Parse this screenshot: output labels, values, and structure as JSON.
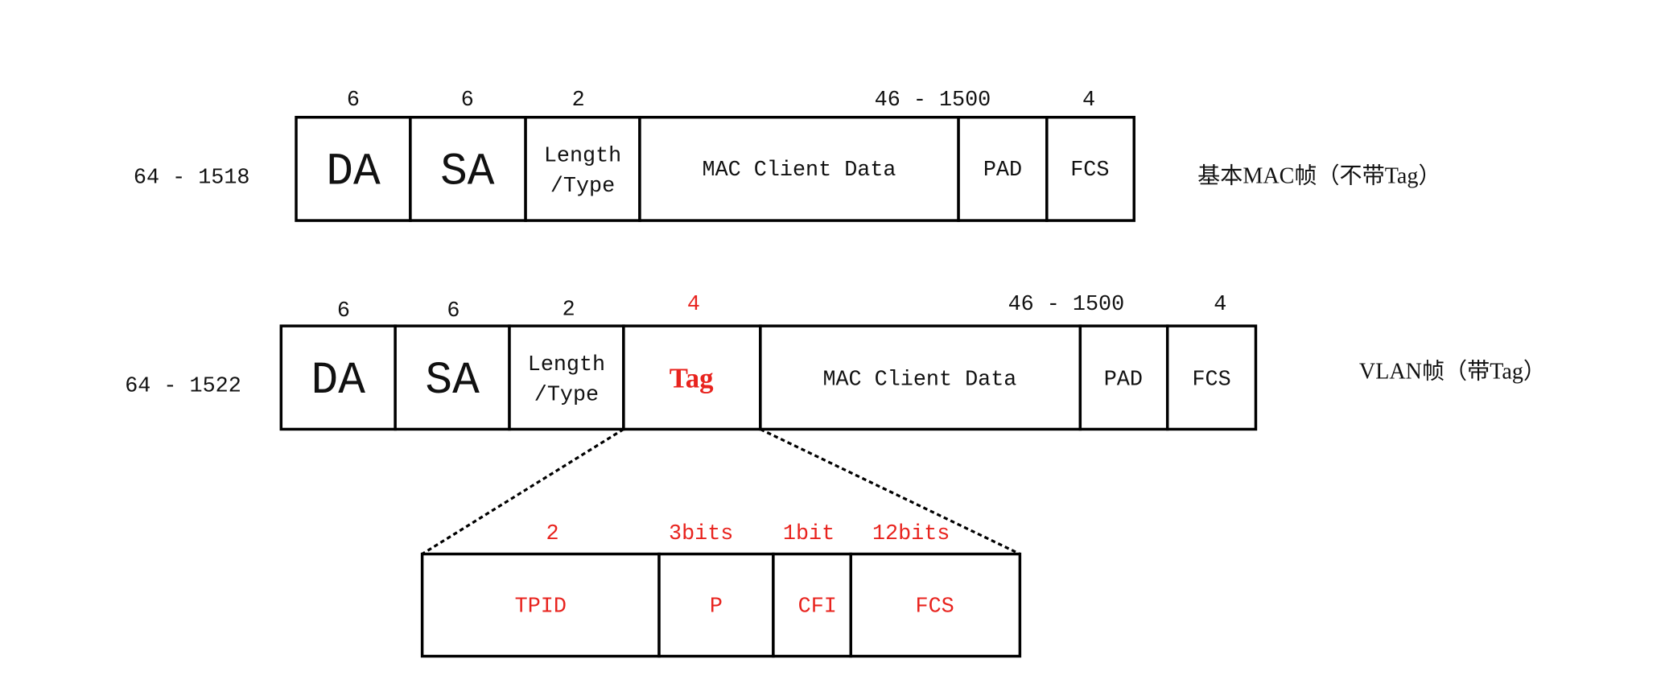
{
  "basic_frame": {
    "total_length": "64 - 1518",
    "caption": "基本MAC帧（不带Tag）",
    "sizes": {
      "da": "6",
      "sa": "6",
      "length_type": "2",
      "data": "46 - 1500",
      "fcs": "4"
    },
    "fields": {
      "da": "DA",
      "sa": "SA",
      "length_type_line1": "Length",
      "length_type_line2": "/Type",
      "data": "MAC Client Data",
      "pad": "PAD",
      "fcs": "FCS"
    }
  },
  "vlan_frame": {
    "total_length": "64 - 1522",
    "caption": "VLAN帧（带Tag）",
    "sizes": {
      "da": "6",
      "sa": "6",
      "length_type": "2",
      "tag": "4",
      "data": "46 - 1500",
      "fcs": "4"
    },
    "fields": {
      "da": "DA",
      "sa": "SA",
      "length_type_line1": "Length",
      "length_type_line2": "/Type",
      "tag": "Tag",
      "data": "MAC Client Data",
      "pad": "PAD",
      "fcs": "FCS"
    }
  },
  "tag_detail": {
    "sizes": {
      "tpid": "2",
      "p": "3bits",
      "cfi": "1bit",
      "fcs": "12bits"
    },
    "fields": {
      "tpid": "TPID",
      "p": "P",
      "cfi": "CFI",
      "fcs": "FCS"
    }
  },
  "colors": {
    "highlight": "#e8231e",
    "outline": "#000000",
    "background": "#ffffff"
  }
}
